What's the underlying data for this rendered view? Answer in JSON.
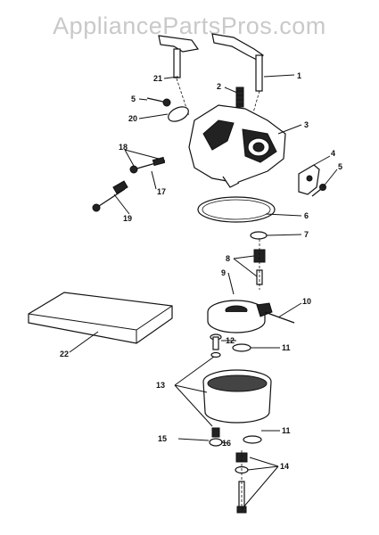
{
  "watermark": "AppliancePartsPros.com",
  "callouts": [
    {
      "id": "c1",
      "text": "1"
    },
    {
      "id": "c2",
      "text": "2"
    },
    {
      "id": "c3",
      "text": "3"
    },
    {
      "id": "c4",
      "text": "4"
    },
    {
      "id": "c5a",
      "text": "5"
    },
    {
      "id": "c5b",
      "text": "5"
    },
    {
      "id": "c6",
      "text": "6"
    },
    {
      "id": "c7",
      "text": "7"
    },
    {
      "id": "c8",
      "text": "8"
    },
    {
      "id": "c9",
      "text": "9"
    },
    {
      "id": "c10",
      "text": "10"
    },
    {
      "id": "c11a",
      "text": "11"
    },
    {
      "id": "c11b",
      "text": "11"
    },
    {
      "id": "c12",
      "text": "12"
    },
    {
      "id": "c13",
      "text": "13"
    },
    {
      "id": "c14",
      "text": "14"
    },
    {
      "id": "c15",
      "text": "15"
    },
    {
      "id": "c16",
      "text": "16"
    },
    {
      "id": "c17",
      "text": "17"
    },
    {
      "id": "c18",
      "text": "18"
    },
    {
      "id": "c19",
      "text": "19"
    },
    {
      "id": "c20",
      "text": "20"
    },
    {
      "id": "c21",
      "text": "21"
    },
    {
      "id": "c22",
      "text": "22"
    }
  ]
}
